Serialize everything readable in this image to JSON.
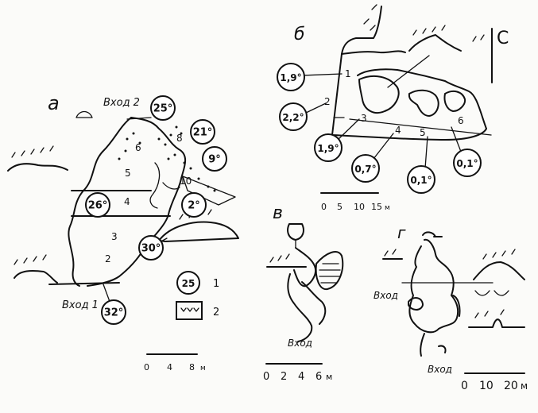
{
  "panels": {
    "a": "а",
    "b": "б",
    "v": "в",
    "g": "г"
  },
  "north": "С",
  "entrances": {
    "a_top": "Вход 2",
    "a_bottom": "Вход 1",
    "v": "Вход",
    "g_left": "Вход",
    "g_bottom": "Вход"
  },
  "temps_a": [
    "25°",
    "21°",
    "9°",
    "26°",
    "2°",
    "30°",
    "32°"
  ],
  "temps_b": [
    "1,9°",
    "2,2°",
    "1,9°",
    "0,7°",
    "0,1°",
    "0,1°"
  ],
  "points_a": [
    "6",
    "5",
    "4",
    "3",
    "2",
    "8",
    "10"
  ],
  "points_b": [
    "1",
    "2",
    "3",
    "4",
    "5",
    "6"
  ],
  "legend": {
    "sample_temp": "25",
    "item1": "1",
    "item2": "2"
  },
  "scales": {
    "a": {
      "ticks": [
        "0",
        "4",
        "8"
      ],
      "unit": "м"
    },
    "b": {
      "ticks": [
        "0",
        "5",
        "10",
        "15"
      ],
      "unit": "м"
    },
    "v": {
      "ticks": [
        "0",
        "2",
        "4",
        "6"
      ],
      "unit": "м"
    },
    "g": {
      "ticks": [
        "0",
        "10",
        "20"
      ],
      "unit": "м"
    }
  }
}
